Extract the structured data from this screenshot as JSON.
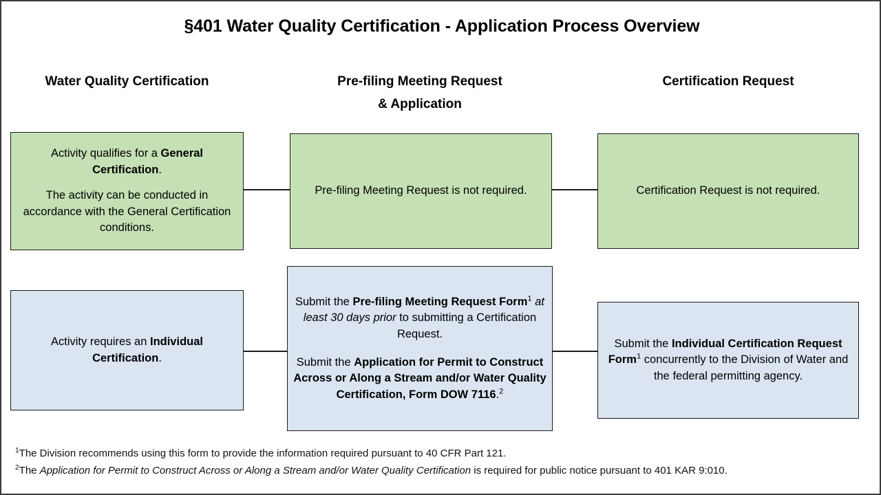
{
  "title": "§401 Water Quality Certification -  Application Process Overview",
  "columns": [
    {
      "label_line1": "Water Quality Certification",
      "label_line2": ""
    },
    {
      "label_line1": "Pre-filing Meeting Request",
      "label_line2": "& Application"
    },
    {
      "label_line1": "Certification Request",
      "label_line2": ""
    }
  ],
  "rows": {
    "general": {
      "color": "#c5e0b4",
      "cells": {
        "certification": {
          "para1_pre": "Activity qualifies for a ",
          "para1_bold": "General Certification",
          "para1_post": ".",
          "para2": "The activity can be conducted in accordance with the General Certification conditions."
        },
        "prefiling": {
          "text": "Pre-filing Meeting Request is not required."
        },
        "request": {
          "text": "Certification Request is not required."
        }
      }
    },
    "individual": {
      "color": "#dbe5f1",
      "cells": {
        "certification": {
          "para1_pre": "Activity requires an ",
          "para1_bold": "Individual Certification",
          "para1_post": "."
        },
        "prefiling": {
          "para1_pre": "Submit the ",
          "para1_bold": "Pre-filing Meeting Request Form",
          "para1_sup": "1",
          "para1_italic": " at least 30 days prior ",
          "para1_post": "to submitting a Certification Request.",
          "para2_pre": "Submit the ",
          "para2_bold": "Application for Permit to Construct Across or Along a Stream and/or Water Quality Certification, Form DOW 7116",
          "para2_post": ".",
          "para2_sup": "2"
        },
        "request": {
          "para1_pre": "Submit the ",
          "para1_bold": "Individual Certification Request Form",
          "para1_sup": "1",
          "para1_post": " concurrently to the Division of Water and the federal permitting agency."
        }
      }
    }
  },
  "footnotes": [
    {
      "marker": "1",
      "text_pre": "The Division recommends using this form to provide the information required pursuant to 40 CFR Part 121.",
      "italic": "",
      "text_post": ""
    },
    {
      "marker": "2",
      "text_pre": "The ",
      "italic": "Application for Permit to Construct Across or Along a Stream and/or Water Quality Certification",
      "text_post": " is required for public notice pursuant to 401 KAR 9:010."
    }
  ]
}
